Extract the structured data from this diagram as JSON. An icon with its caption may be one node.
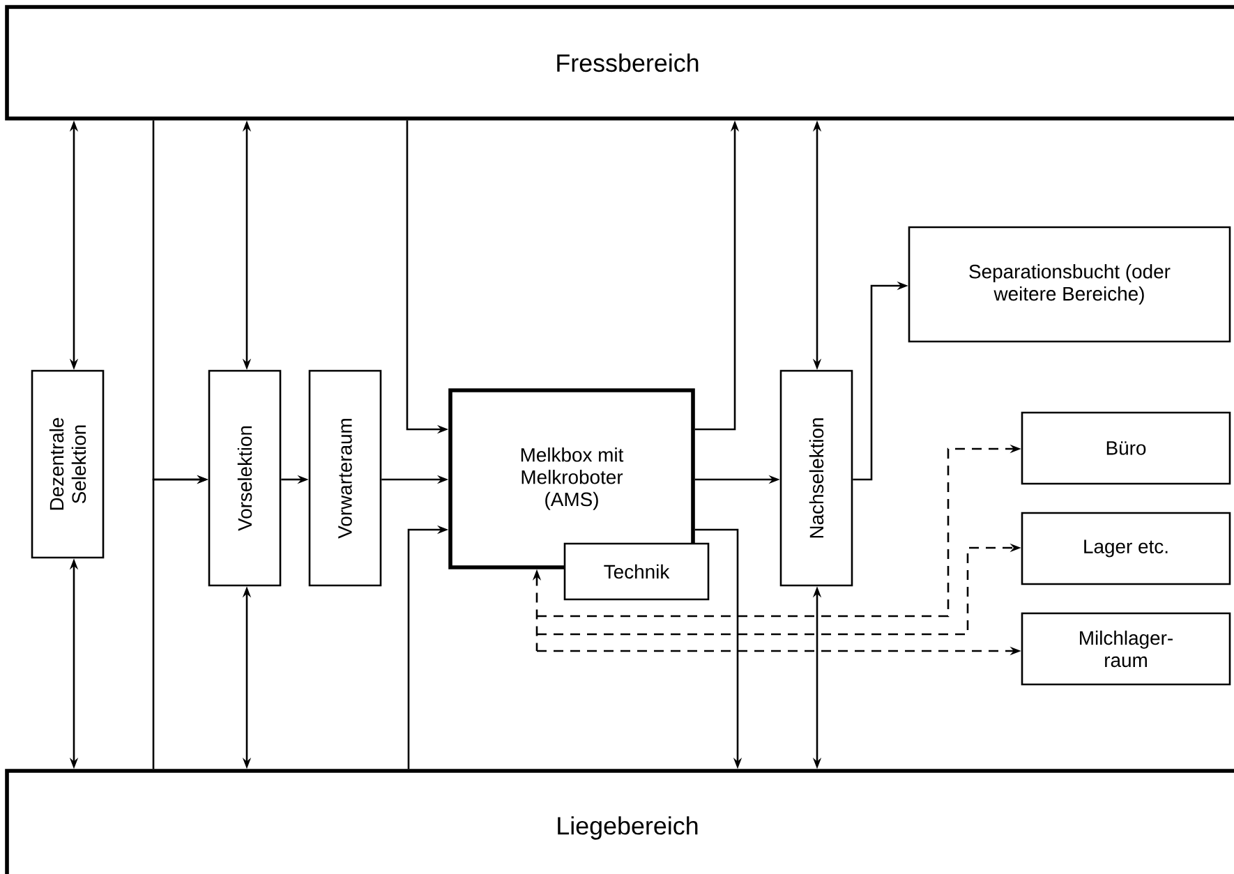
{
  "diagram": {
    "nodes": [
      {
        "text": [
          "Fressbereich"
        ]
      },
      {
        "text": [
          "Liegebereich"
        ]
      },
      {
        "text": [
          "Dezentrale Selektion"
        ]
      },
      {
        "text": [
          "Vorselektion"
        ]
      },
      {
        "text": [
          "Vorwarteraum"
        ]
      },
      {
        "text": [
          "Melkbox mit Melkroboter (AMS)"
        ]
      },
      {
        "text": [
          "Technik"
        ]
      },
      {
        "text": [
          "Nachselektion"
        ]
      },
      {
        "text": [
          "Separationsbucht (oder weitere Bereiche)"
        ]
      },
      {
        "text": [
          "Büro"
        ]
      },
      {
        "text": [
          "Lager etc."
        ]
      },
      {
        "text": [
          "Milchlager- raum"
        ]
      }
    ],
    "edges": [
      {
        "from": 2,
        "to": 0,
        "arrow": "both"
      },
      {
        "from": 2,
        "to": 1,
        "arrow": "both"
      },
      {
        "from": 0,
        "to": 3,
        "arrow": "to"
      },
      {
        "from": 1,
        "to": 3,
        "arrow": "to"
      },
      {
        "from": 3,
        "to": 0,
        "arrow": "both"
      },
      {
        "from": 3,
        "to": 1,
        "arrow": "both"
      },
      {
        "from": 3,
        "to": 4,
        "arrow": "to"
      },
      {
        "from": 4,
        "to": 5,
        "arrow": "to"
      },
      {
        "from": 0,
        "to": 5,
        "arrow": "to"
      },
      {
        "from": 1,
        "to": 5,
        "arrow": "to"
      },
      {
        "from": 5,
        "to": 0,
        "arrow": "to"
      },
      {
        "from": 5,
        "to": 1,
        "arrow": "to"
      },
      {
        "from": 5,
        "to": 7,
        "arrow": "to"
      },
      {
        "from": 7,
        "to": 0,
        "arrow": "both"
      },
      {
        "from": 7,
        "to": 1,
        "arrow": "both"
      },
      {
        "from": 7,
        "to": 8,
        "arrow": "to"
      },
      {
        "from": 5,
        "to": 9,
        "arrow": "both",
        "style": "dashed"
      },
      {
        "from": 5,
        "to": 10,
        "arrow": "both",
        "style": "dashed"
      },
      {
        "from": 5,
        "to": 11,
        "arrow": "both",
        "style": "dashed"
      }
    ]
  }
}
